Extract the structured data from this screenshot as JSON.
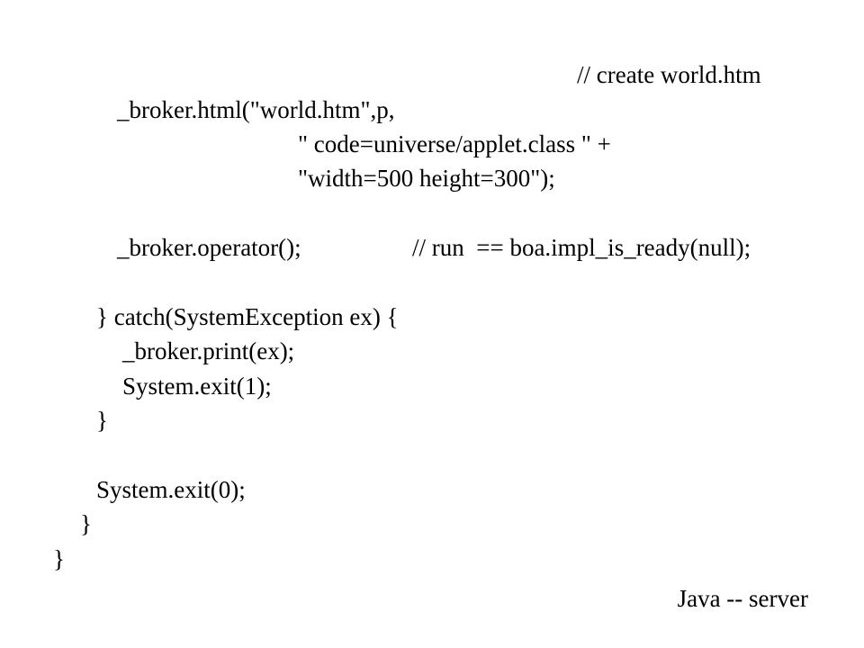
{
  "code": {
    "lines": [
      "// create world.htm",
      "_broker.html(\"world.htm\",p,",
      "\" code=universe/applet.class \" +",
      "\"width=500 height=300\");",
      "_broker.operator();",
      "// run  == boa.impl_is_ready(null);",
      "} catch(SystemException ex) {",
      "_broker.print(ex);",
      "System.exit(1);",
      "}",
      "System.exit(0);",
      "}",
      "}"
    ]
  },
  "footer": {
    "caption": "Java -- server"
  }
}
